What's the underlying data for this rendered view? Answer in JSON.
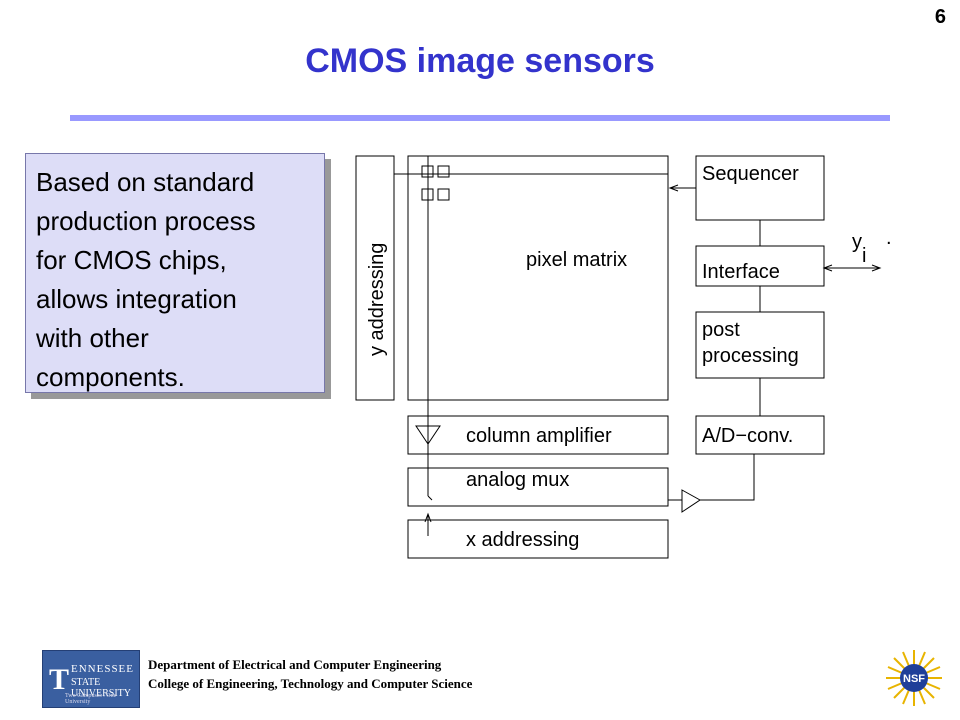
{
  "slide": {
    "number": "6",
    "title": "CMOS image sensors"
  },
  "text_box": {
    "lines": [
      "Based on standard",
      "production process",
      "for CMOS chips,",
      "allows integration",
      "with other",
      "components."
    ]
  },
  "diagram": {
    "y_addressing": "y addressing",
    "pixel_matrix": "pixel matrix",
    "column_amplifier": "column amplifier",
    "analog_mux": "analog mux",
    "x_addressing": "x addressing",
    "sequencer": "Sequencer",
    "interface": "Interface",
    "post_processing_line1": "post",
    "post_processing_line2": "processing",
    "ad_conv": "A/D−conv.",
    "output_y": "y",
    "output_i": "i",
    "output_dot": "."
  },
  "footer": {
    "logo": {
      "letter": "T",
      "line1": "ENNESSEE",
      "line2": "STATE UNIVERSITY",
      "line3": "Two Campuses . One University"
    },
    "department": "Department of Electrical and Computer Engineering",
    "college": "College of Engineering, Technology and Computer Science",
    "nsf_text": "NSF"
  },
  "colors": {
    "title": "#3333cc",
    "rule": "#9999ff",
    "text_box_fill": "#ddddf7",
    "logo_blue": "#3a5fa0",
    "nsf_blue": "#1f3f99",
    "nsf_gold": "#e8b400"
  }
}
